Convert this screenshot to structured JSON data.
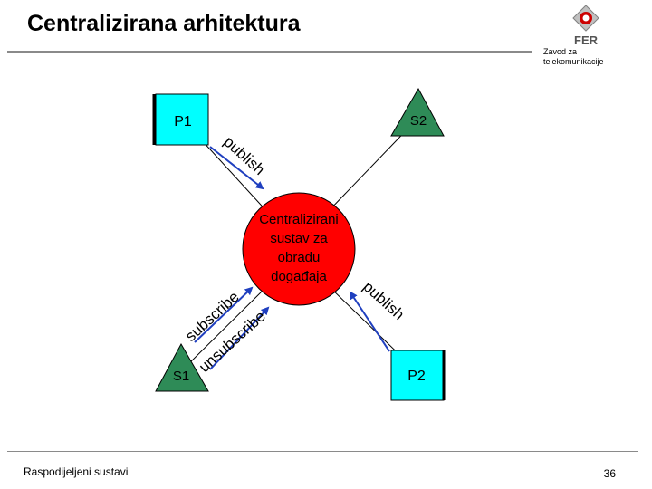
{
  "header": {
    "title": "Centralizirana arhitektura",
    "org_name": "Zavod za telekomunikacije",
    "logo_text": "FER"
  },
  "diagram": {
    "p1_label": "P1",
    "s2_label": "S2",
    "s1_label": "S1",
    "p2_label": "P2",
    "center_lines": [
      "Centralizirani",
      "sustav za",
      "obradu",
      "događaja"
    ],
    "publish_top": "publish",
    "publish_right": "publish",
    "subscribe": "subscribe",
    "unsubscribe": "unsubscribe"
  },
  "colors": {
    "publisher_fill": "#00ffff",
    "subscriber_fill": "#2e8b57",
    "center_fill": "#ff0000",
    "arrow": "#1f3fbf"
  },
  "footer": {
    "course": "Raspodijeljeni sustavi",
    "page_number": "36"
  }
}
